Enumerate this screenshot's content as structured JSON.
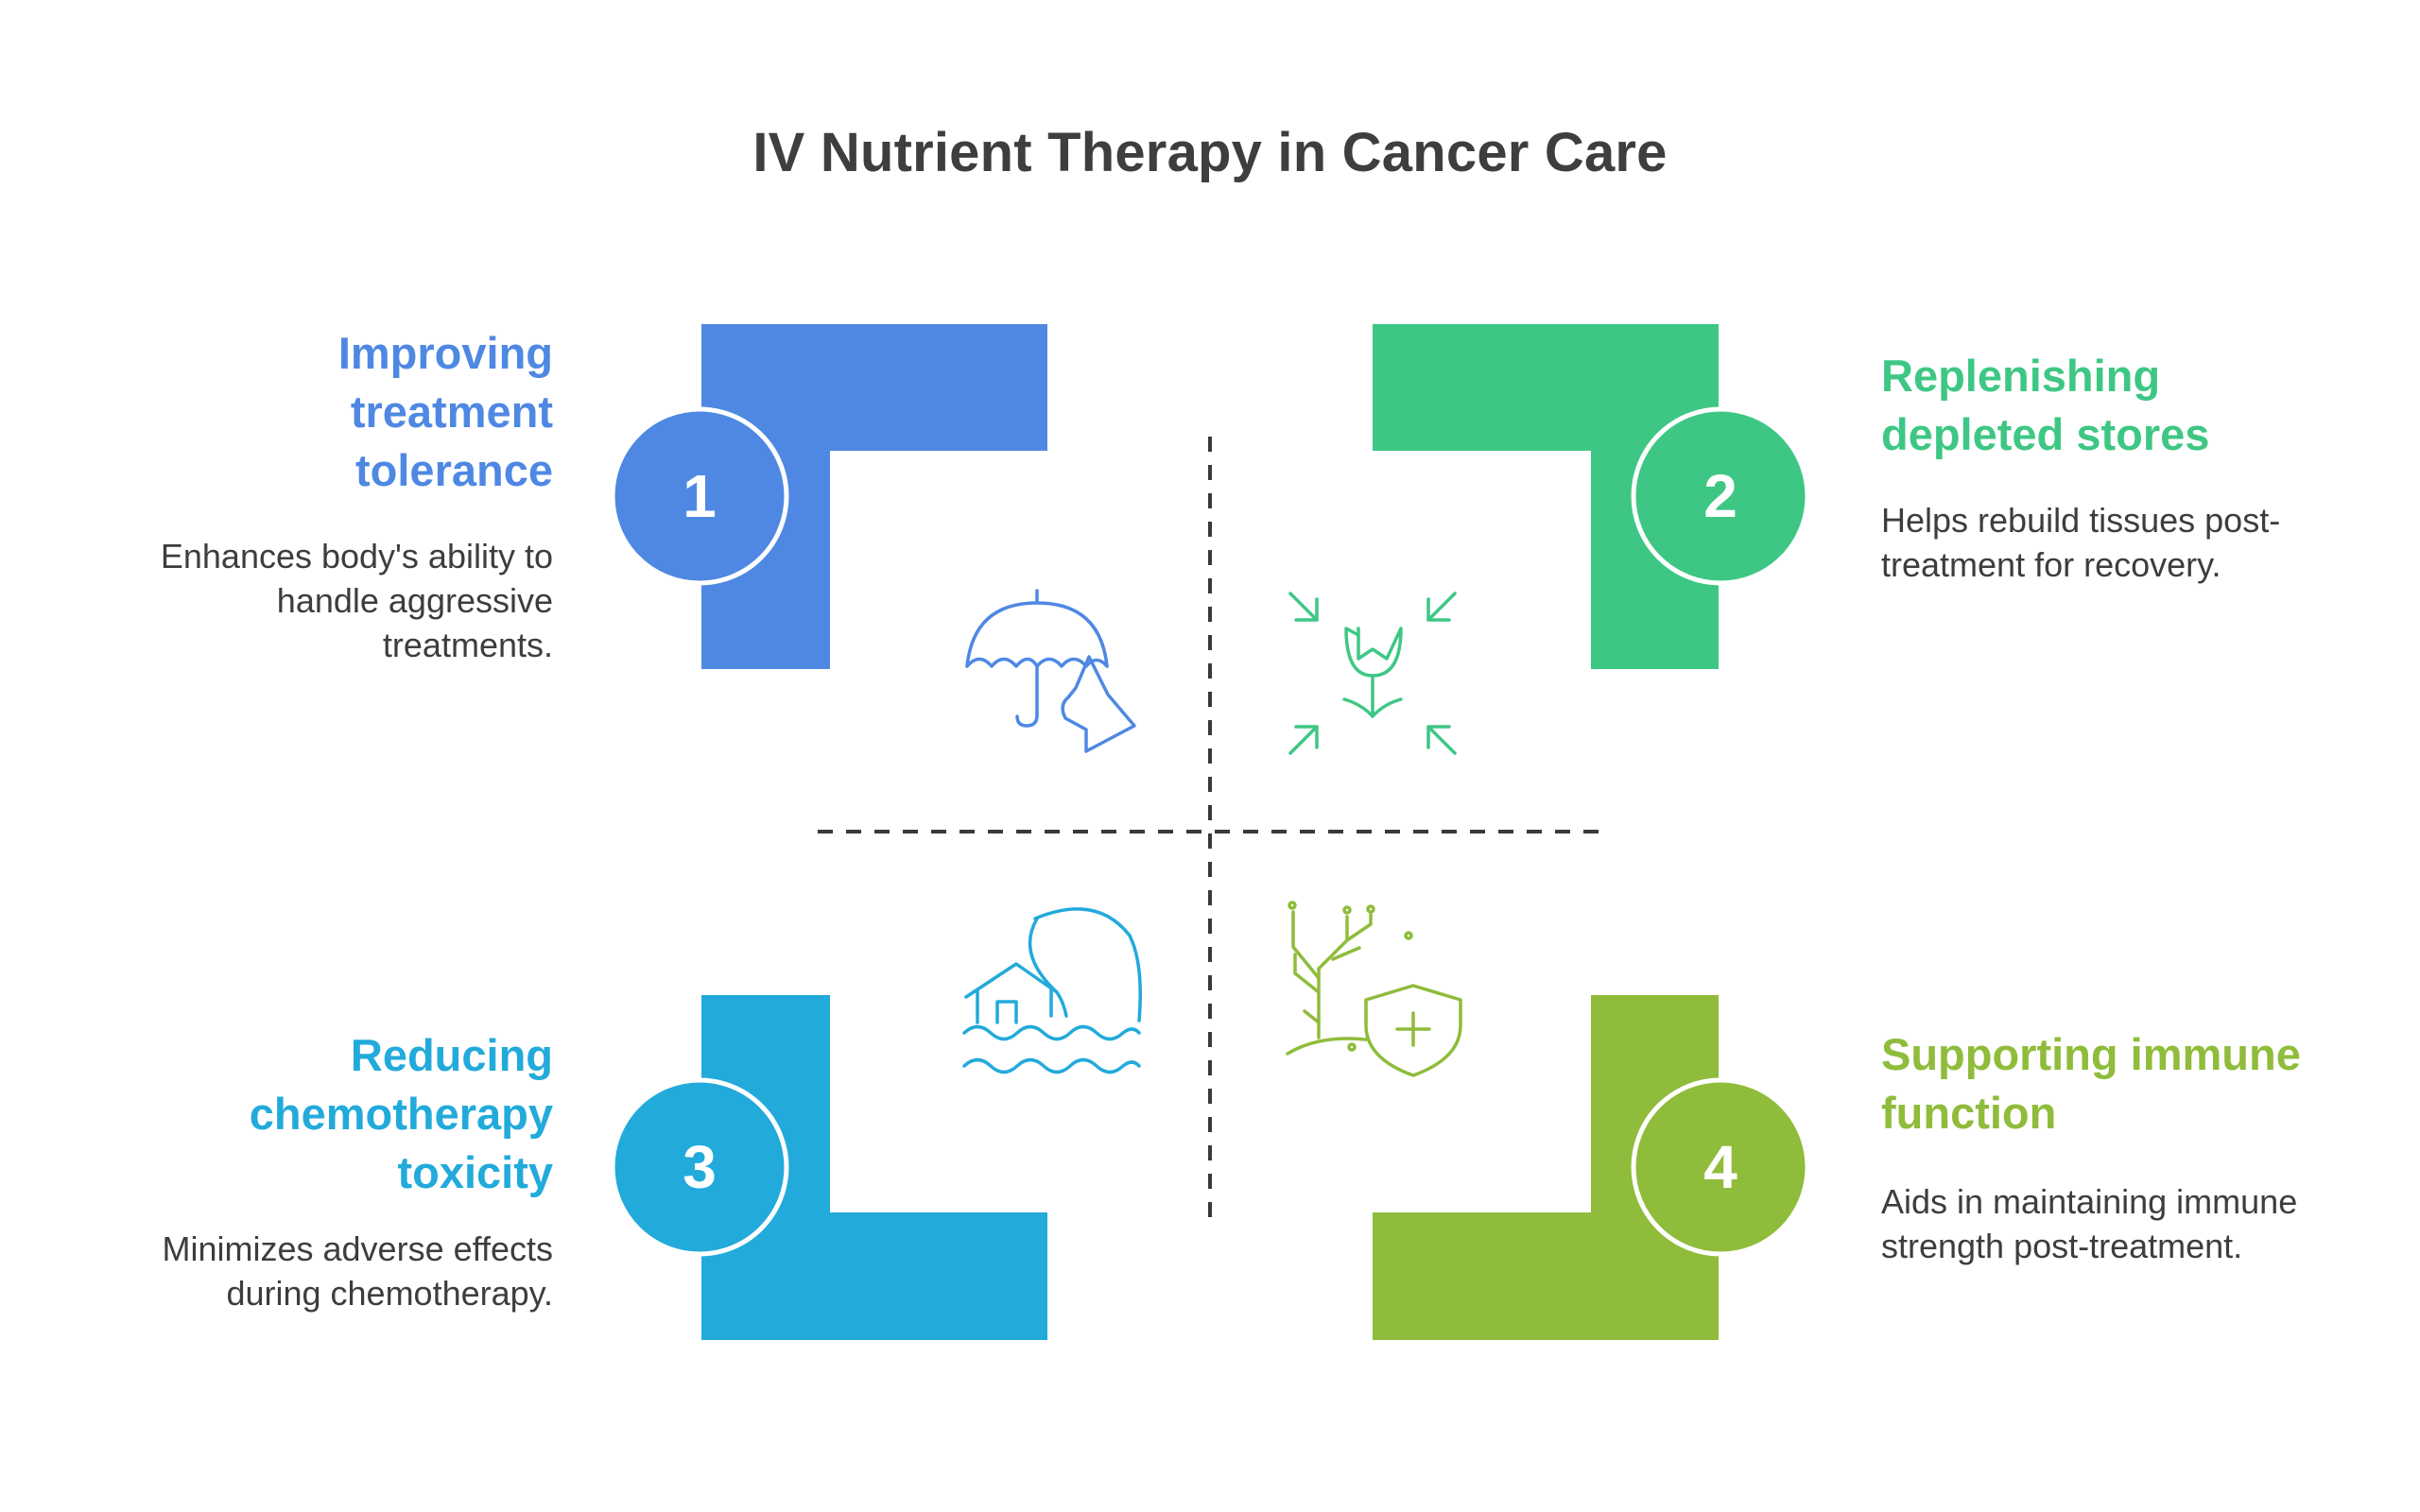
{
  "title": "IV Nutrient Therapy in Cancer Care",
  "quadrants": [
    {
      "number": "1",
      "title": "Improving treatment tolerance",
      "description": "Enhances body's ability to handle aggressive treatments.",
      "color": "#4f88e3",
      "icon": "umbrella-shield-icon"
    },
    {
      "number": "2",
      "title": "Replenishing depleted stores",
      "description": "Helps rebuild tissues post-treatment for recovery.",
      "color": "#3ec784",
      "icon": "flower-converge-icon"
    },
    {
      "number": "3",
      "title": "Reducing chemotherapy toxicity",
      "description": "Minimizes adverse effects during chemotherapy.",
      "color": "#22aadb",
      "icon": "house-wave-icon"
    },
    {
      "number": "4",
      "title": "Supporting immune function",
      "description": "Aids in maintaining immune strength post-treatment.",
      "color": "#8fbc3a",
      "icon": "tree-shield-icon"
    }
  ],
  "divider_color": "#3a3a3a"
}
